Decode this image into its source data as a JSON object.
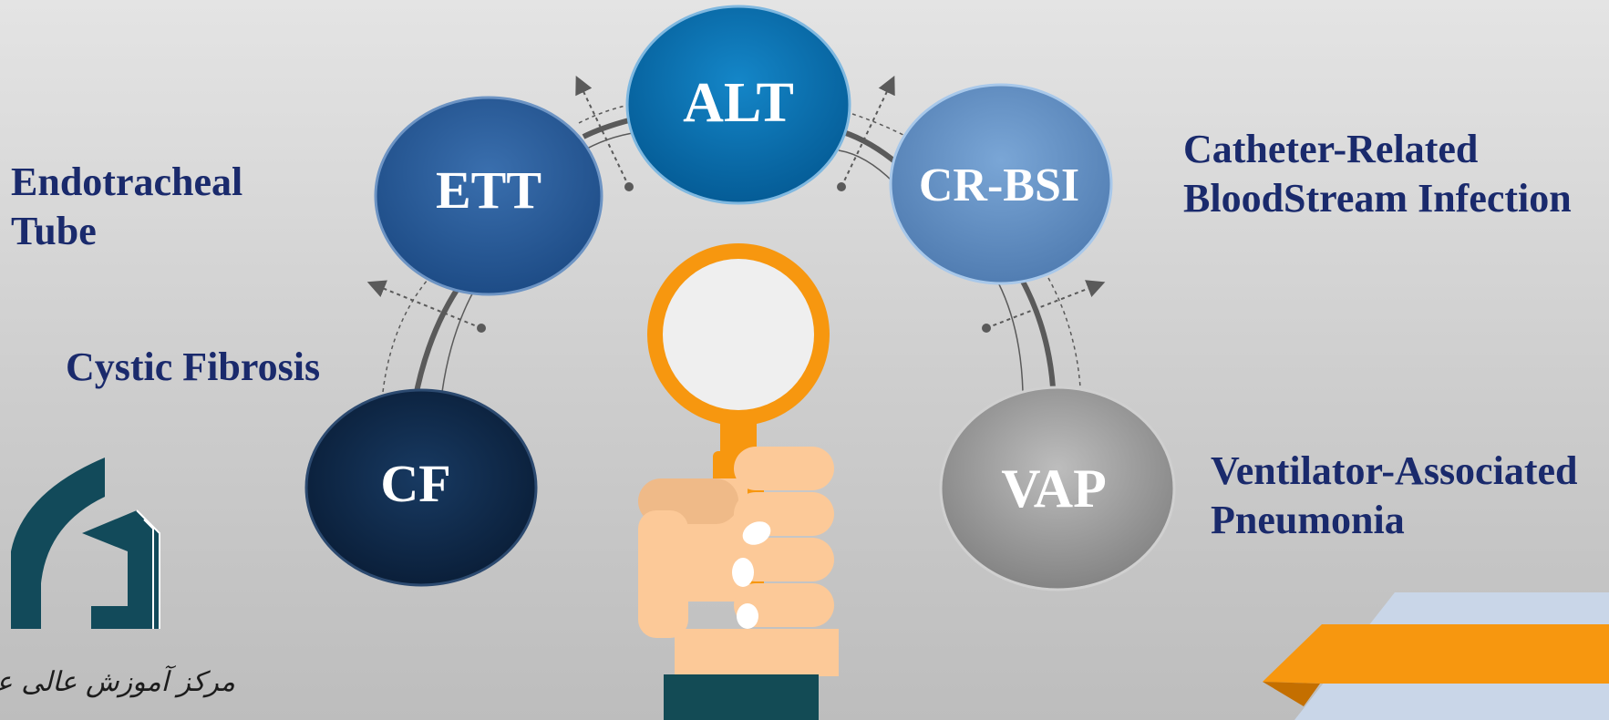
{
  "nodes": {
    "alt": {
      "label": "ALT",
      "color": "#0a6fb0"
    },
    "ett": {
      "label": "ETT",
      "color": "#2a5c99"
    },
    "crbsi": {
      "label": "CR-BSI",
      "color": "#6e9ac9"
    },
    "cf": {
      "label": "CF",
      "color": "#10294a"
    },
    "vap": {
      "label": "VAP",
      "color": "#9e9e9e"
    }
  },
  "labels": {
    "ett_line1": "Endotracheal",
    "ett_line2": "Tube",
    "cf": "Cystic Fibrosis",
    "crbsi_line1": "Catheter-Related",
    "crbsi_line2": "BloodStream Infection",
    "vap_line1": "Ventilator-Associated",
    "vap_line2": "Pneumonia"
  },
  "logo": {
    "caption": "مرکز آموزش عالی علوم پزشکی وارستان",
    "color": "#124a5a"
  },
  "theme": {
    "accent": "#f7970f",
    "text": "#1a2a6c",
    "connector": "#5a5a5a"
  },
  "icons": [
    "magnifier-icon",
    "hand-icon",
    "logo-icon"
  ]
}
